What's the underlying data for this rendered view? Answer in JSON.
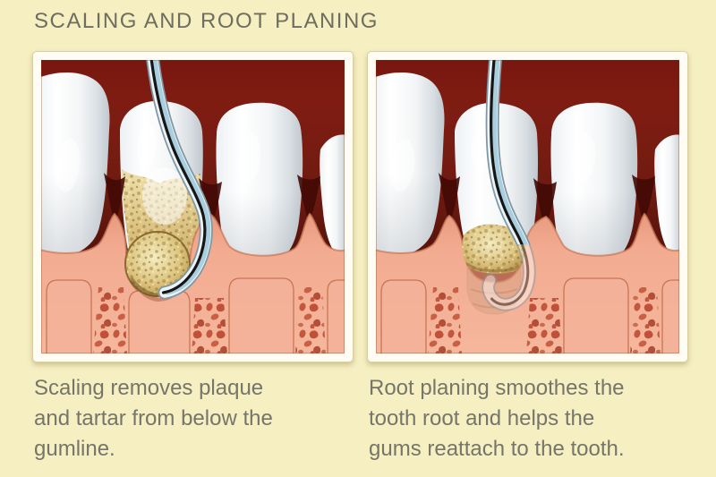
{
  "title": "SCALING AND ROOT PLANING",
  "panels": {
    "left": {
      "name": "scaling",
      "caption_lines": [
        "Scaling removes plaque",
        "and tartar from below the",
        "gumline."
      ]
    },
    "right": {
      "name": "root-planing",
      "caption_lines": [
        "Root planing smoothes the",
        "tooth root and helps the",
        "gums reattach to the tooth."
      ]
    }
  },
  "colors": {
    "page_bg": "#F5EFC2",
    "title_text": "#6E6D5F",
    "caption_text": "#767569",
    "panel_frame": "#FFFDF3",
    "illustration_red_dark": "#77170F",
    "illustration_red": "#A4331F",
    "gum_pink": "#F2AB90",
    "gum_outline": "#C97A5A",
    "bone_speckle": "#C2573E",
    "tartar_gold": "#D6BE74",
    "tartar_rim": "#8A6A30",
    "tooth_white": "#FFFFFF",
    "tooth_shade": "#C4CBD0",
    "instrument_steel": "#EDF4F8",
    "instrument_stripe": "#161616"
  }
}
